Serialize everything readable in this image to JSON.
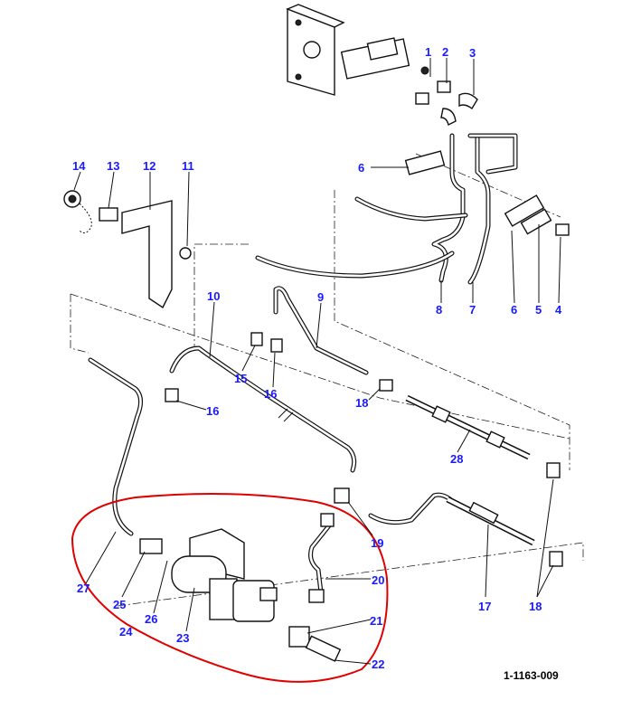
{
  "diagram": {
    "reference": "1-1163-009",
    "label_color": "#1a1aff",
    "highlight_color": "#e00000",
    "callouts": [
      "1",
      "2",
      "3",
      "14",
      "13",
      "12",
      "11",
      "6",
      "10",
      "9",
      "8",
      "7",
      "6",
      "5",
      "4",
      "15",
      "16",
      "16",
      "18",
      "28",
      "19",
      "20",
      "21",
      "22",
      "27",
      "25",
      "26",
      "24",
      "23",
      "17",
      "18"
    ]
  }
}
